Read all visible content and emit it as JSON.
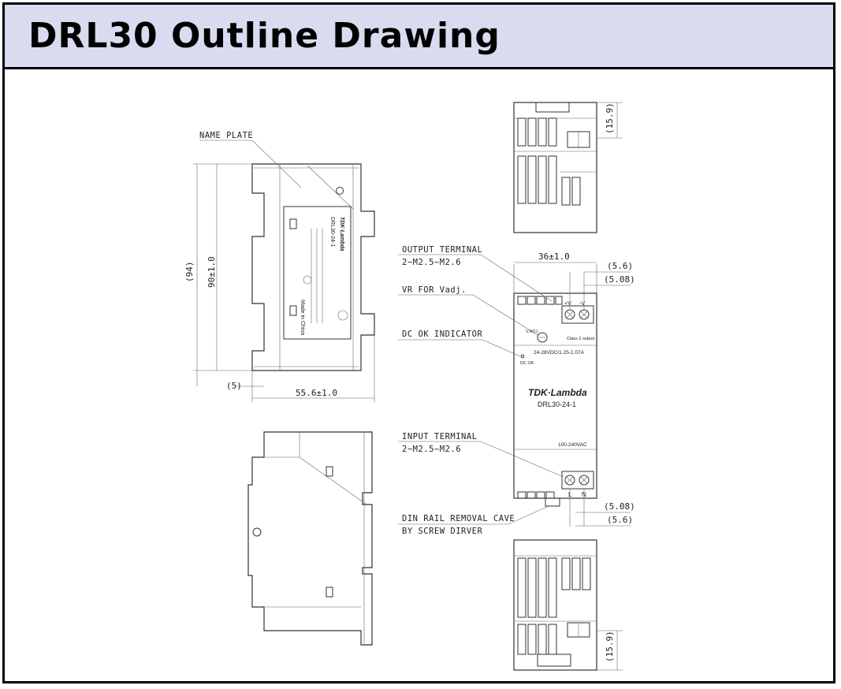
{
  "title": "DRL30 Outline Drawing",
  "callouts": {
    "name_plate": "NAME PLATE",
    "output_terminal": "OUTPUT TERMINAL",
    "output_terminal_spec": "2−M2.5∼M2.6",
    "vr_for_vadj": "VR FOR Vadj.",
    "dc_ok_indicator": "DC OK INDICATOR",
    "input_terminal": "INPUT TERMINAL",
    "input_terminal_spec": "2−M2.5∼M2.6",
    "din_rail_line1": "DIN RAIL REMOVAL CAVE",
    "din_rail_line2": "BY SCREW DIRVER"
  },
  "dimensions": {
    "height_total": "(94)",
    "height_body": "90±1.0",
    "rail_offset": "(5)",
    "depth": "55.6±1.0",
    "width": "36±1.0",
    "out_pitch": "(5.6)",
    "out_pitch2": "(5.08)",
    "in_pitch2": "(5.08)",
    "in_pitch": "(5.6)",
    "top_view": "(15.9)",
    "bottom_view": "(15.9)"
  },
  "front_panel": {
    "plus_v": "+V",
    "minus_v": "-V",
    "class2": "Class 2 output",
    "v_adj": "V.ADJ",
    "dc_ok": "DC OK",
    "rating": "24-28VDC/1.25-1.07A",
    "brand": "TDK·Lambda",
    "model": "DRL30-24-1",
    "input_rating": "100-240VAC",
    "l": "L",
    "n": "N"
  },
  "nameplate": {
    "line1": "DRL30-24-1",
    "brand": "TDK·Lambda",
    "made_in": "Made in China"
  }
}
